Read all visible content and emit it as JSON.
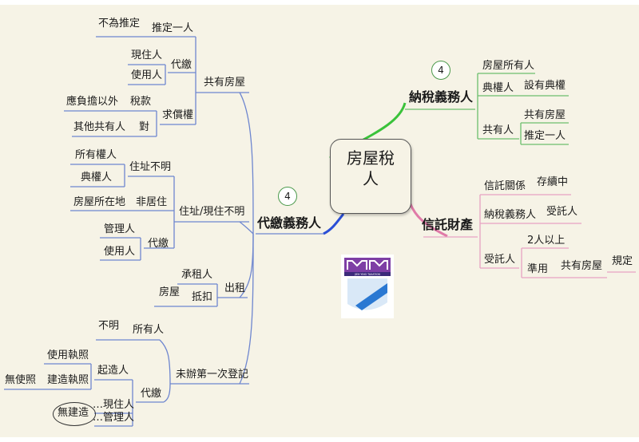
{
  "center": {
    "label": "房屋稅\n人"
  },
  "right": {
    "tax_obligor": {
      "label": "納稅義務人",
      "badge": "4",
      "items": {
        "owner": "房屋所有人",
        "pawnee": "典權人",
        "pawnee_note": "設有典權",
        "co_owner": "共有人",
        "co_owner_note1": "共有房屋",
        "co_owner_note2": "推定一人"
      }
    },
    "trust": {
      "label": "信託財產",
      "relation": "信託關係",
      "relation_note": "存續中",
      "obligor": "納稅義務人",
      "obligor_note": "受託人",
      "trustee": "受託人",
      "trustee_note1": "2人以上",
      "trustee_note2": "準用",
      "trustee_note3": "共有房屋",
      "trustee_note4": "規定"
    }
  },
  "left": {
    "agent": {
      "label": "代繳義務人",
      "badge": "4"
    },
    "co_owned": {
      "label": "共有房屋",
      "presume_one": "推定一人",
      "not_presumed": "不為推定",
      "pay_on_behalf": "代繳",
      "current_resident": "現住人",
      "user": "使用人",
      "claim": "求償權",
      "tax_amount": "稅款",
      "beyond_share": "應負擔以外",
      "against": "對",
      "other_co_owners": "其他共有人"
    },
    "address_unknown": {
      "label": "住址/現住不明",
      "addr_unknown": "住址不明",
      "owner": "所有權人",
      "pawnee": "典權人",
      "non_resident": "非居住",
      "house_location": "房屋所在地",
      "pay_on_behalf": "代繳",
      "manager": "管理人",
      "user": "使用人"
    },
    "rental": {
      "label": "出租",
      "tenant": "承租人",
      "deduct": "抵扣",
      "house": "房屋"
    },
    "unregistered": {
      "label": "未辦第一次登記",
      "owner": "所有人",
      "unknown": "不明",
      "pay_on_behalf": "代繳",
      "builder": "起造人",
      "use_license": "使用執照",
      "build_license": "建造執照",
      "no_use_license": "無使照",
      "current_resident": "…現住人",
      "manager": "…管理人",
      "no_build_license": "無建造"
    }
  },
  "logo": {
    "text": "JIEH YING TAXATION"
  },
  "colors": {
    "background": "#f6f3e6",
    "left_branch": "#6e86cf",
    "agent_link": "#2b4fd6",
    "tax_link": "#3ac23a",
    "right_branch": "#6dbf6d",
    "trust_link": "#e07aa8",
    "trust_branch": "#e8a2c2",
    "logo_purple": "#7e3fa5",
    "logo_blue": "#2a78d2"
  }
}
